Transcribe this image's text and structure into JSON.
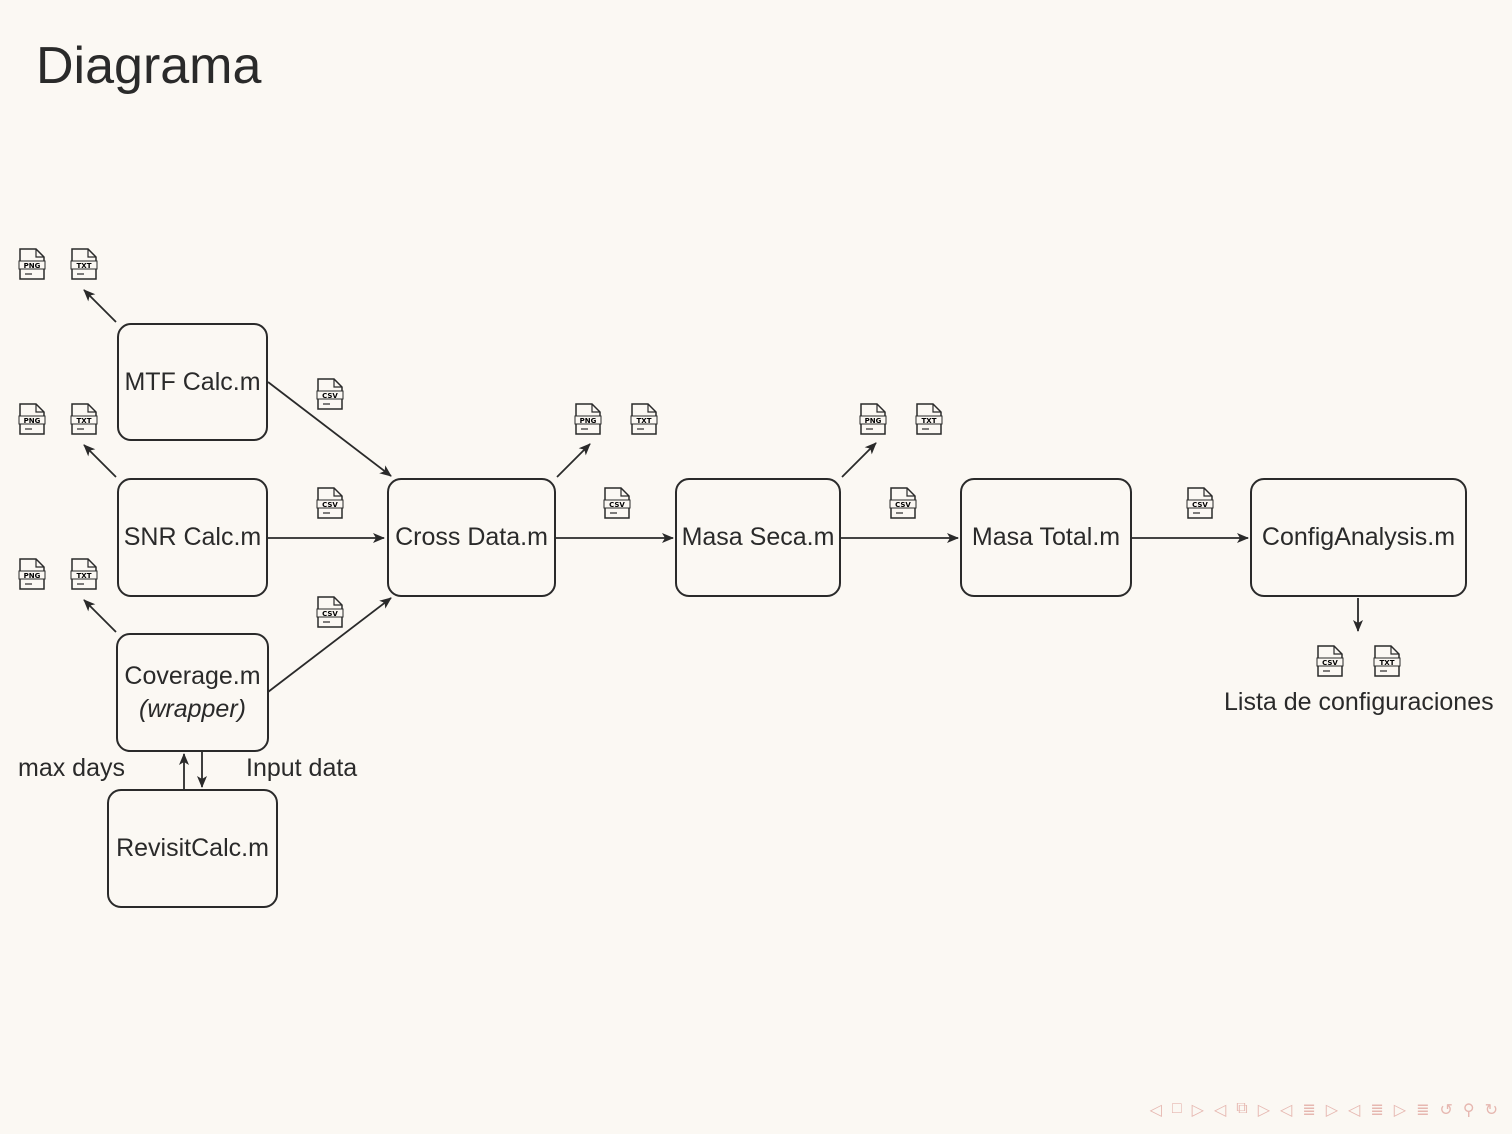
{
  "title": "Diagrama",
  "nodes": {
    "mtf": "MTF Calc.m",
    "snr": "SNR Calc.m",
    "coverage": "Coverage.m",
    "coverage_note": "(wrapper)",
    "revisit": "RevisitCalc.m",
    "cross": "Cross Data.m",
    "masa_seca": "Masa Seca.m",
    "masa_total": "Masa Total.m",
    "config": "ConfigAnalysis.m"
  },
  "labels": {
    "max_days": "max days",
    "input_data": "Input data",
    "lista": "Lista de configuraciones"
  },
  "file_types": {
    "png": "PNG",
    "txt": "TXT",
    "csv": "CSV"
  },
  "navigation": {
    "icons": [
      "prev-frame-icon",
      "frame-icon",
      "next-frame-icon",
      "prev-slide-icon",
      "slide-icon",
      "next-slide-icon",
      "prev-section-icon",
      "section-icon",
      "next-section-icon",
      "prev-subsection-icon",
      "subsection-icon",
      "next-subsection-icon",
      "toc-icon",
      "back-icon",
      "search-icon",
      "forward-icon"
    ]
  },
  "colors": {
    "background": "#fbf8f3",
    "ink": "#2a2a2a",
    "nav": "#e6b7b0"
  }
}
